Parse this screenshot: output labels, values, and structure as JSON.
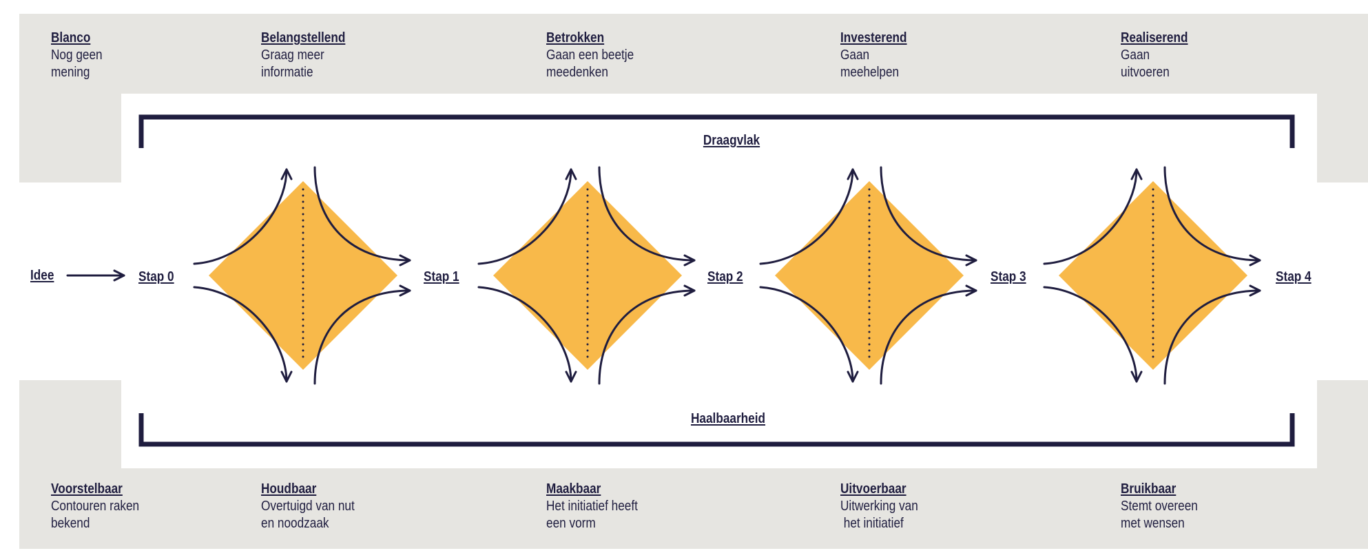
{
  "colors": {
    "navy": "#1f1d3f",
    "orange": "#f8b94a",
    "panel": "#e6e5e1",
    "background": "#ffffff"
  },
  "top_labels": [
    {
      "title": "Blanco",
      "lines": [
        "Nog geen",
        "mening"
      ]
    },
    {
      "title": "Belangstellend",
      "lines": [
        "Graag meer",
        "informatie"
      ]
    },
    {
      "title": "Betrokken",
      "lines": [
        "Gaan een beetje",
        "meedenken"
      ]
    },
    {
      "title": "Investerend",
      "lines": [
        "Gaan",
        "meehelpen"
      ]
    },
    {
      "title": "Realiserend",
      "lines": [
        "Gaan",
        "uitvoeren"
      ]
    }
  ],
  "bottom_labels": [
    {
      "title": "Voorstelbaar",
      "lines": [
        "Contouren raken",
        "bekend"
      ]
    },
    {
      "title": "Houdbaar",
      "lines": [
        "Overtuigd van nut",
        "en noodzaak"
      ]
    },
    {
      "title": "Maakbaar",
      "lines": [
        "Het initiatief heeft",
        "een vorm"
      ]
    },
    {
      "title": "Uitvoerbaar",
      "lines": [
        "Uitwerking van",
        " het initiatief"
      ]
    },
    {
      "title": "Bruikbaar",
      "lines": [
        "Stemt overeen",
        "met wensen"
      ]
    }
  ],
  "upper_bracket_label": "Draagvlak",
  "lower_bracket_label": "Haalbaarheid",
  "start_label": "Idee",
  "steps": [
    "Stap 0",
    "Stap 1",
    "Stap 2",
    "Stap 3",
    "Stap 4"
  ]
}
